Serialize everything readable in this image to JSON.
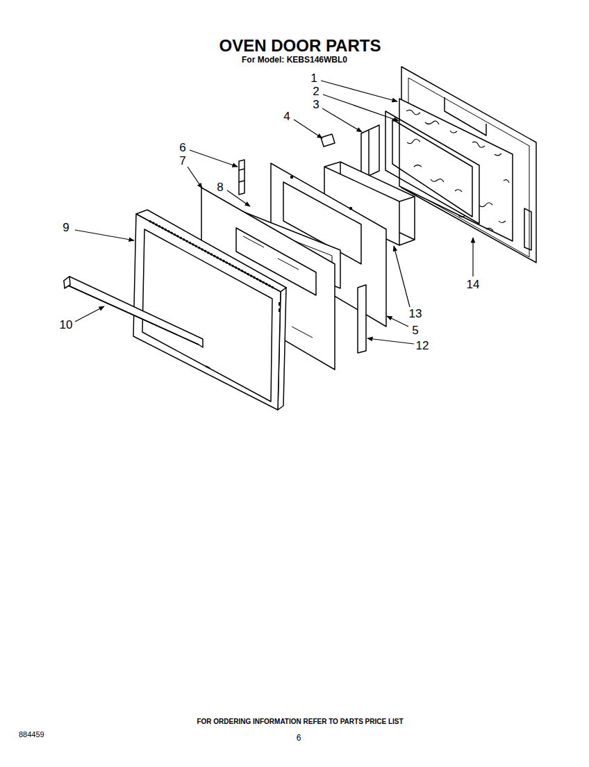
{
  "diagram": {
    "title": "OVEN DOOR PARTS",
    "labels": [
      "For Model: KEBS146WBL0",
      "1",
      "2",
      "3",
      "4",
      "6",
      "7",
      "8",
      "9",
      "10",
      "14",
      "13",
      "5",
      "12",
      "FOR ORDERING INFORMATION REFER TO PARTS PRICE LIST",
      "884459",
      "6"
    ]
  }
}
